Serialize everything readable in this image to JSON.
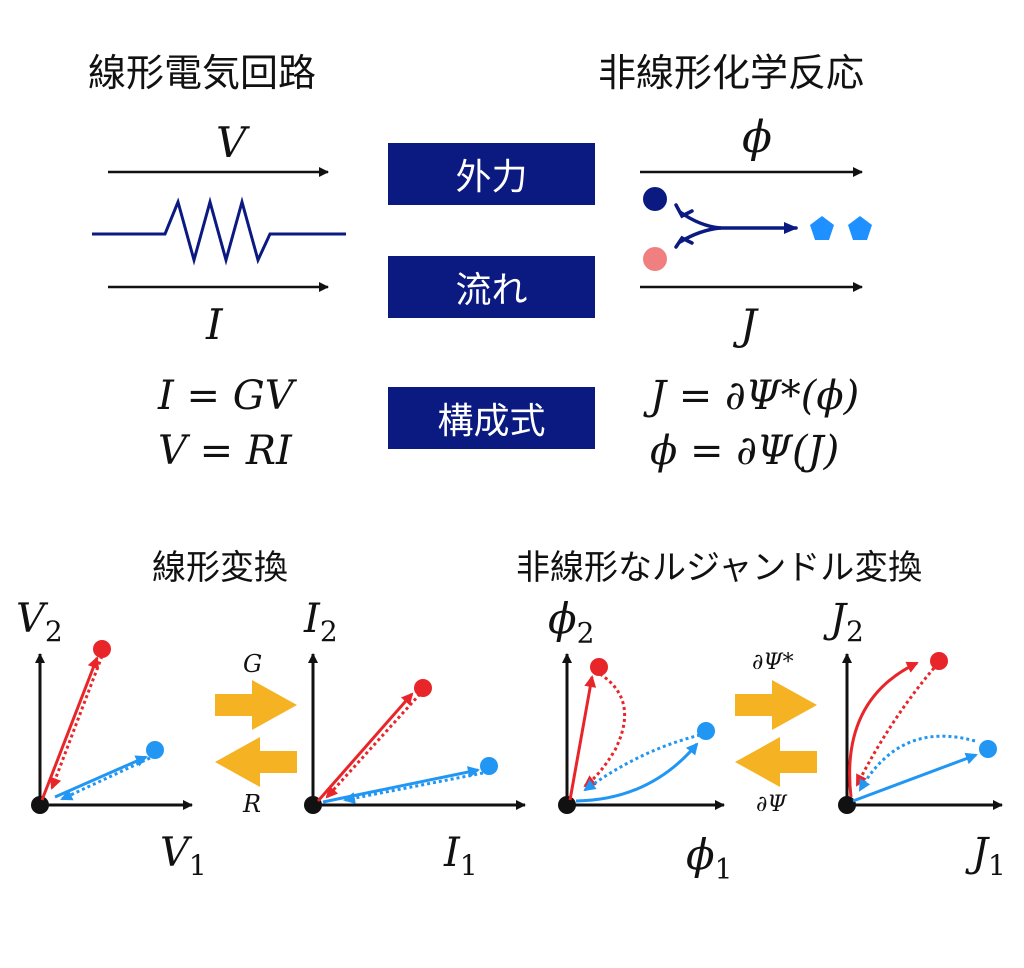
{
  "top": {
    "left_title": "線形電気回路",
    "right_title": "非線形化学反応",
    "boxes": {
      "force": "外力",
      "flow": "流れ",
      "constitutive": "構成式"
    },
    "left": {
      "force_symbol": "V",
      "flow_symbol": "I",
      "eq1": "I = GV",
      "eq2": "V = RI"
    },
    "right": {
      "force_symbol": "ϕ",
      "flow_symbol": "J",
      "eq1": "J = ∂Ψ*(ϕ)",
      "eq2": "ϕ = ∂Ψ(J)"
    }
  },
  "bottom": {
    "left_title": "線形変換",
    "right_title": "非線形なルジャンドル変換",
    "linear": {
      "axes_left": {
        "y": "V",
        "y_sub": "2",
        "x": "V",
        "x_sub": "1"
      },
      "axes_right": {
        "y": "I",
        "y_sub": "2",
        "x": "I",
        "x_sub": "1"
      },
      "forward": "G",
      "backward": "R"
    },
    "legendre": {
      "axes_left": {
        "y": "ϕ",
        "y_sub": "2",
        "x": "ϕ",
        "x_sub": "1"
      },
      "axes_right": {
        "y": "J",
        "y_sub": "2",
        "x": "J",
        "x_sub": "1"
      },
      "forward": "∂Ψ*",
      "backward": "∂Ψ"
    }
  },
  "colors": {
    "navy": "#0b1a80",
    "red": "#e8262a",
    "blue": "#2196f3",
    "pink": "#f08080",
    "orange": "#f5b323",
    "reactant": "#0b1a80",
    "product": "#1e90ff"
  }
}
